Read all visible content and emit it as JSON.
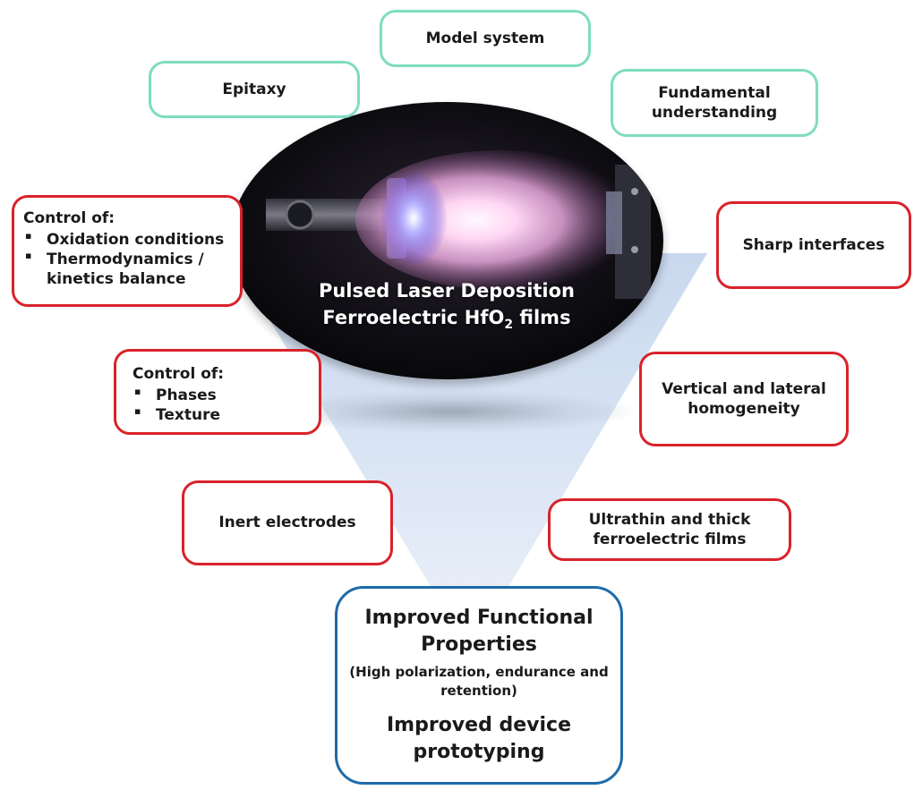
{
  "diagram": {
    "colors": {
      "teal_border": "#7fdcc0",
      "red_border": "#d9222a",
      "blue_border": "#1e6aa8",
      "funnel": "#cfdcef"
    },
    "center": {
      "line1": "Pulsed Laser Deposition",
      "line2_prefix": "Ferroelectric HfO",
      "line2_sub": "2",
      "line2_suffix": " films"
    },
    "top_boxes": {
      "model_system": "Model system",
      "epitaxy": "Epitaxy",
      "fundamental": "Fundamental understanding"
    },
    "control_top": {
      "heading": "Control of:",
      "items": [
        "Oxidation conditions",
        "Thermodynamics / kinetics  balance"
      ]
    },
    "sharp_interfaces": "Sharp interfaces",
    "control_mid": {
      "heading": "Control of:",
      "items": [
        "Phases",
        "Texture"
      ]
    },
    "homogeneity": "Vertical and lateral homogeneity",
    "inert_electrodes": "Inert electrodes",
    "ultrathin": "Ultrathin and thick ferroelectric films",
    "result": {
      "line1": "Improved Functional Properties",
      "line2": "(High polarization, endurance and retention)",
      "line3": "Improved device prototyping"
    }
  }
}
